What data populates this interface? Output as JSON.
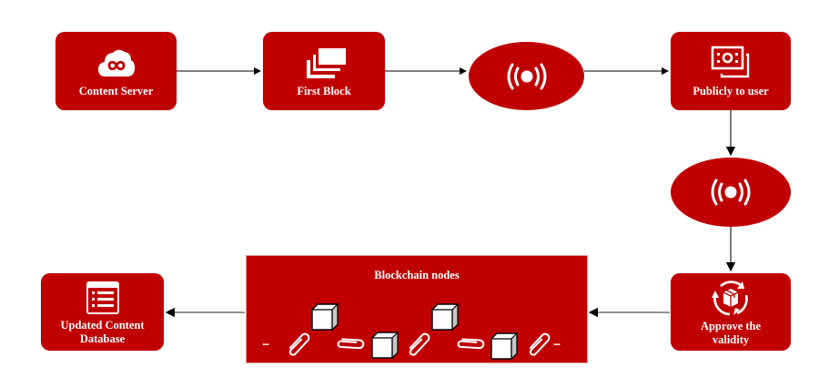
{
  "diagram": {
    "theme": {
      "node_fill": "#c00000",
      "text_color": "#ffffff",
      "arrow_color": "#000000"
    },
    "nodes": {
      "content_server": {
        "label": "Content Server",
        "icon": "cloud-infinity-icon"
      },
      "first_block": {
        "label": "First Block",
        "icon": "stacked-blocks-icon"
      },
      "broadcast_1": {
        "label": "",
        "icon": "broadcast-icon"
      },
      "publicly_to_user": {
        "label": "Publicly to user",
        "icon": "money-bills-icon"
      },
      "broadcast_2": {
        "label": "",
        "icon": "broadcast-icon"
      },
      "approve_validity": {
        "label_line1": "Approve the",
        "label_line2": "validity",
        "icon": "cycle-package-icon"
      },
      "blockchain_nodes": {
        "label": "Blockchain nodes",
        "ellipsis_left": "....",
        "ellipsis_right": "....",
        "chain_icons": [
          "paperclip-icon",
          "cube-icon",
          "paperclip-icon",
          "cube-icon",
          "paperclip-icon",
          "cube-icon",
          "paperclip-icon",
          "cube-icon",
          "paperclip-icon"
        ]
      },
      "updated_db": {
        "label_line1": "Updated Content",
        "label_line2": "Database",
        "icon": "list-document-icon"
      }
    },
    "edges": [
      {
        "from": "Content Server",
        "to": "First Block"
      },
      {
        "from": "First Block",
        "to": "broadcast-1"
      },
      {
        "from": "broadcast-1",
        "to": "Publicly to user"
      },
      {
        "from": "Publicly to user",
        "to": "broadcast-2"
      },
      {
        "from": "broadcast-2",
        "to": "Approve the validity"
      },
      {
        "from": "Approve the validity",
        "to": "Blockchain nodes"
      },
      {
        "from": "Blockchain nodes",
        "to": "Updated Content Database"
      }
    ]
  }
}
